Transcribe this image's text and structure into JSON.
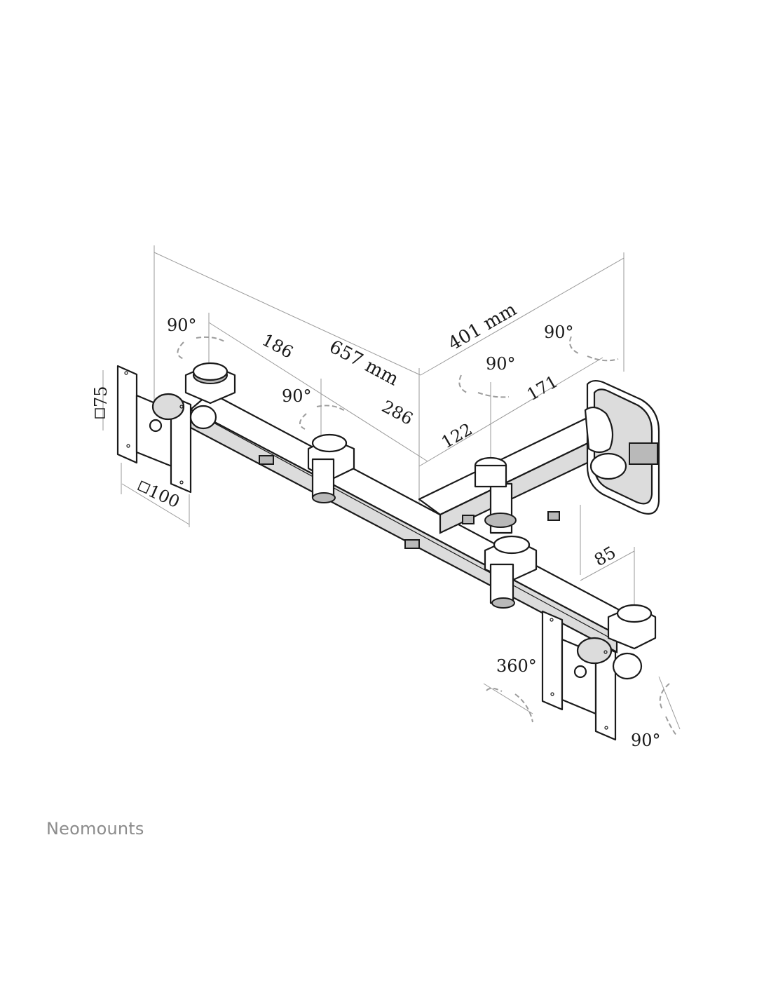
{
  "dimensions": {
    "overall_length": "657 mm",
    "overall_depth": "401 mm",
    "segment_left": "186",
    "segment_middle": "286",
    "segment_arm_1": "122",
    "segment_arm_2": "171",
    "drop_height": "85",
    "vesa_75": "75",
    "vesa_100": "100"
  },
  "rotations": {
    "top_left": "90°",
    "middle": "90°",
    "arm": "90°",
    "wall": "90°",
    "bottom_swivel": "360°",
    "bottom_tilt": "90°"
  },
  "brand": {
    "name": "Neomounts"
  }
}
